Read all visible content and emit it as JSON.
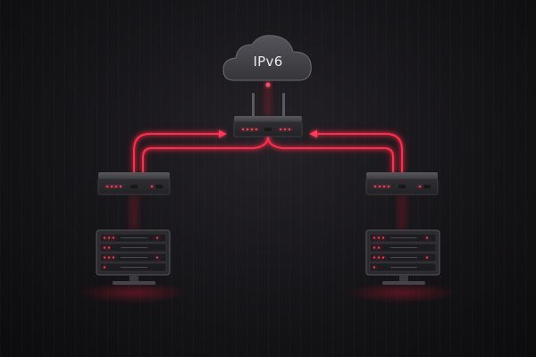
{
  "diagram": {
    "cloud_label": "IPv6",
    "colors": {
      "background": "#151417",
      "link": "#ff2e4d",
      "link_glow": "#ff1a3c",
      "device_body": "#3a393e",
      "device_face": "#2a292d",
      "led": "#ff3b55"
    },
    "nodes": [
      {
        "id": "cloud",
        "kind": "cloud",
        "label": "IPv6"
      },
      {
        "id": "core-router",
        "kind": "router",
        "icon": "router-icon"
      },
      {
        "id": "left-switch",
        "kind": "switch",
        "icon": "switch-icon"
      },
      {
        "id": "right-switch",
        "kind": "switch",
        "icon": "switch-icon"
      },
      {
        "id": "left-server",
        "kind": "server-rack",
        "icon": "server-rack-icon"
      },
      {
        "id": "right-server",
        "kind": "server-rack",
        "icon": "server-rack-icon"
      }
    ],
    "links": [
      {
        "from": "core-router",
        "to": "cloud"
      },
      {
        "from": "left-switch",
        "to": "core-router"
      },
      {
        "from": "right-switch",
        "to": "core-router"
      },
      {
        "from": "left-server",
        "to": "left-switch"
      },
      {
        "from": "right-server",
        "to": "right-switch"
      }
    ]
  }
}
